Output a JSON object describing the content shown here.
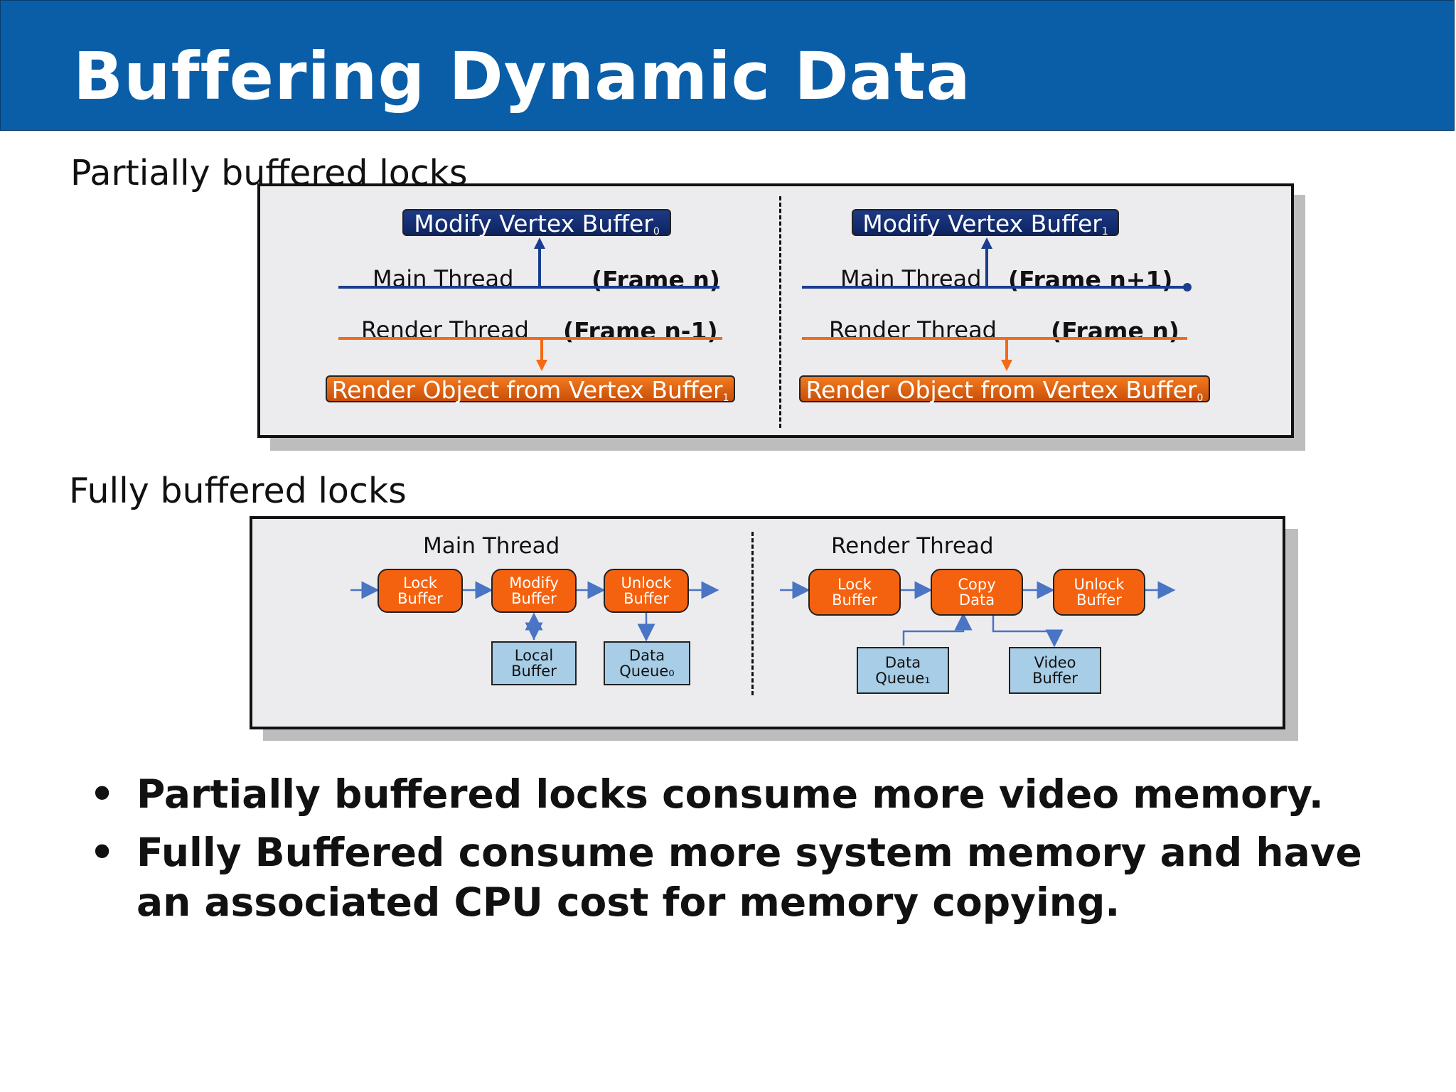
{
  "title": "Buffering Dynamic Data",
  "partial": {
    "label": "Partially buffered locks",
    "left": {
      "modify": "Modify Vertex Buffer",
      "modify_sub": "0",
      "main_thread": "Main Thread",
      "main_frame": "(Frame n)",
      "render_thread": "Render Thread",
      "render_frame": "(Frame n-1)",
      "render_obj": "Render Object from Vertex Buffer",
      "render_obj_sub": "1"
    },
    "right": {
      "modify": "Modify Vertex Buffer",
      "modify_sub": "1",
      "main_thread": "Main Thread",
      "main_frame": "(Frame n+1)",
      "render_thread": "Render Thread",
      "render_frame": "(Frame n)",
      "render_obj": "Render Object from Vertex Buffer",
      "render_obj_sub": "0"
    }
  },
  "full": {
    "label": "Fully buffered locks",
    "main": {
      "heading": "Main Thread",
      "lock": [
        "Lock",
        "Buffer"
      ],
      "modify": [
        "Modify",
        "Buffer"
      ],
      "unlock": [
        "Unlock",
        "Buffer"
      ],
      "local": [
        "Local",
        "Buffer"
      ],
      "queue": [
        "Data",
        "Queue₀"
      ]
    },
    "render": {
      "heading": "Render Thread",
      "lock": [
        "Lock",
        "Buffer"
      ],
      "copy": [
        "Copy",
        "Data"
      ],
      "unlock": [
        "Unlock",
        "Buffer"
      ],
      "queue": [
        "Data",
        "Queue₁"
      ],
      "video": [
        "Video",
        "Buffer"
      ]
    }
  },
  "bullets": [
    "Partially buffered locks consume more video memory.",
    "Fully Buffered consume more system memory and have an associated CPU cost for memory copying."
  ],
  "colors": {
    "title_bar": "#0a5ea8",
    "main_thread": "#1a3d8f",
    "render_thread": "#f56a14",
    "light_box": "#a8cde6"
  }
}
